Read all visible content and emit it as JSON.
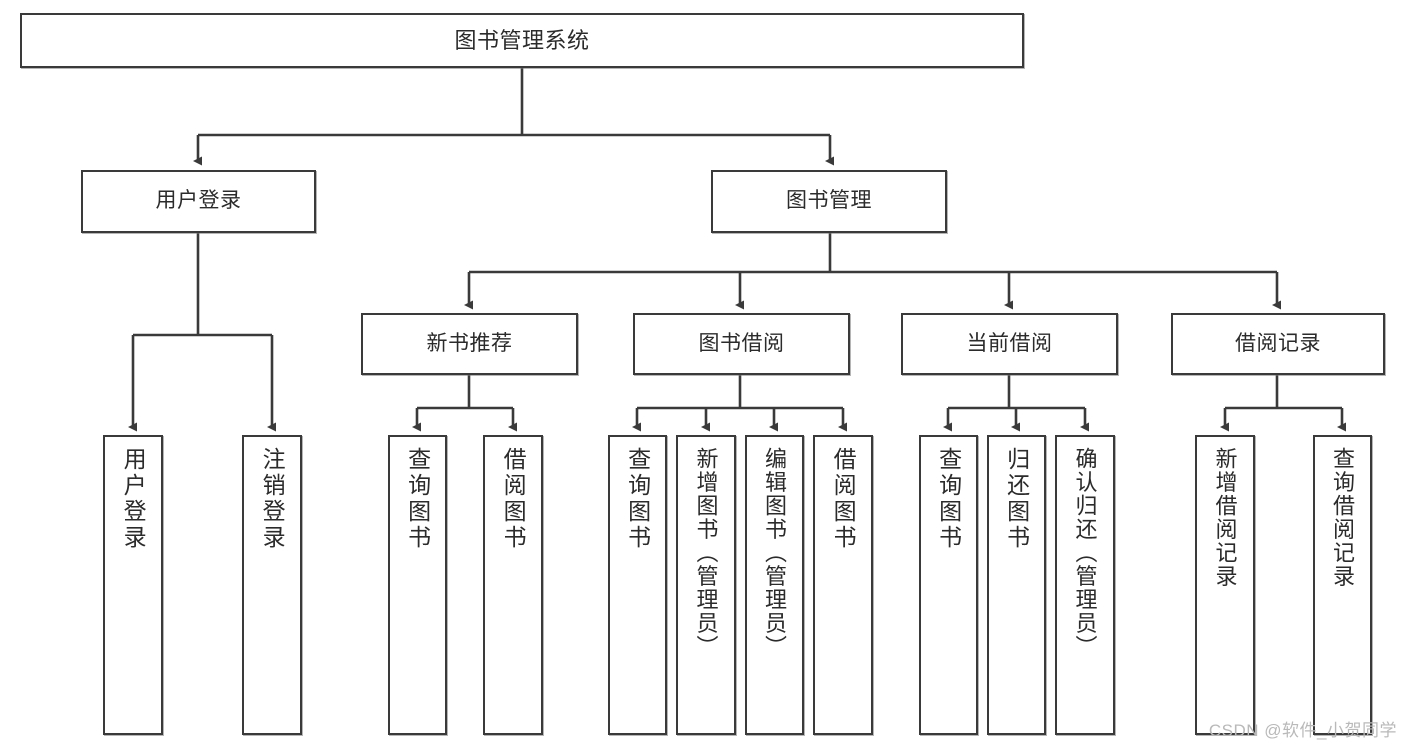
{
  "diagram": {
    "type": "tree",
    "title": "图书管理系统",
    "watermark": "CSDN @软件_小贺同学",
    "colors": {
      "stroke": "#3a3a3a",
      "fill": "#ffffff",
      "text": "#2b2b2b",
      "watermark": "#b9b9b9"
    },
    "nodes": {
      "root": "图书管理系统",
      "level1": [
        "用户登录",
        "图书管理"
      ],
      "level2": [
        "新书推荐",
        "图书借阅",
        "当前借阅",
        "借阅记录"
      ],
      "leaves": {
        "user_login": [
          "用户登录",
          "注销登录"
        ],
        "new_book": [
          "查询图书",
          "借阅图书"
        ],
        "book_borrow": [
          "查询图书",
          "新增图书（管理员）",
          "编辑图书（管理员）",
          "借阅图书"
        ],
        "current_borrow": [
          "查询图书",
          "归还图书",
          "确认归还（管理员）"
        ],
        "borrow_record": [
          "新增借阅记录",
          "查询借阅记录"
        ]
      }
    }
  }
}
